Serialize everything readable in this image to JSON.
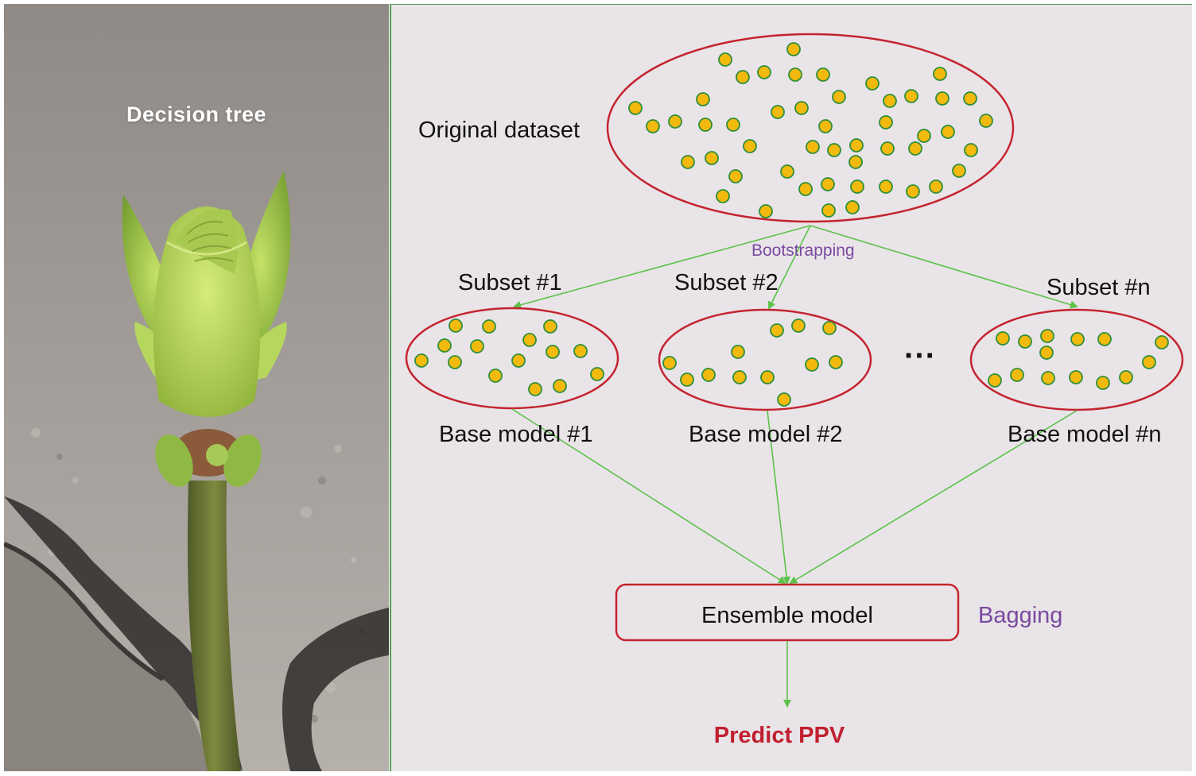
{
  "photo": {
    "caption": "Decision tree"
  },
  "diagram": {
    "original_label": "Original dataset",
    "bootstrapping_label": "Bootstrapping",
    "subsets": [
      {
        "label": "Subset #1",
        "model_label": "Base model #1"
      },
      {
        "label": "Subset #2",
        "model_label": "Base model #2"
      },
      {
        "label": "Subset #n",
        "model_label": "Base model #n"
      }
    ],
    "ellipsis": "···",
    "ensemble_label": "Ensemble model",
    "bagging_label": "Bagging",
    "output_label": "Predict PPV"
  },
  "colors": {
    "ellipse_stroke": "#c4242f",
    "arrow": "#5cc24a",
    "dot_fill": "#f2b90e",
    "dot_stroke": "#2f8f3a",
    "accent_purple": "#7a4aa0",
    "accent_red": "#c01f2f",
    "panel_bg": "#e9e4e8"
  }
}
